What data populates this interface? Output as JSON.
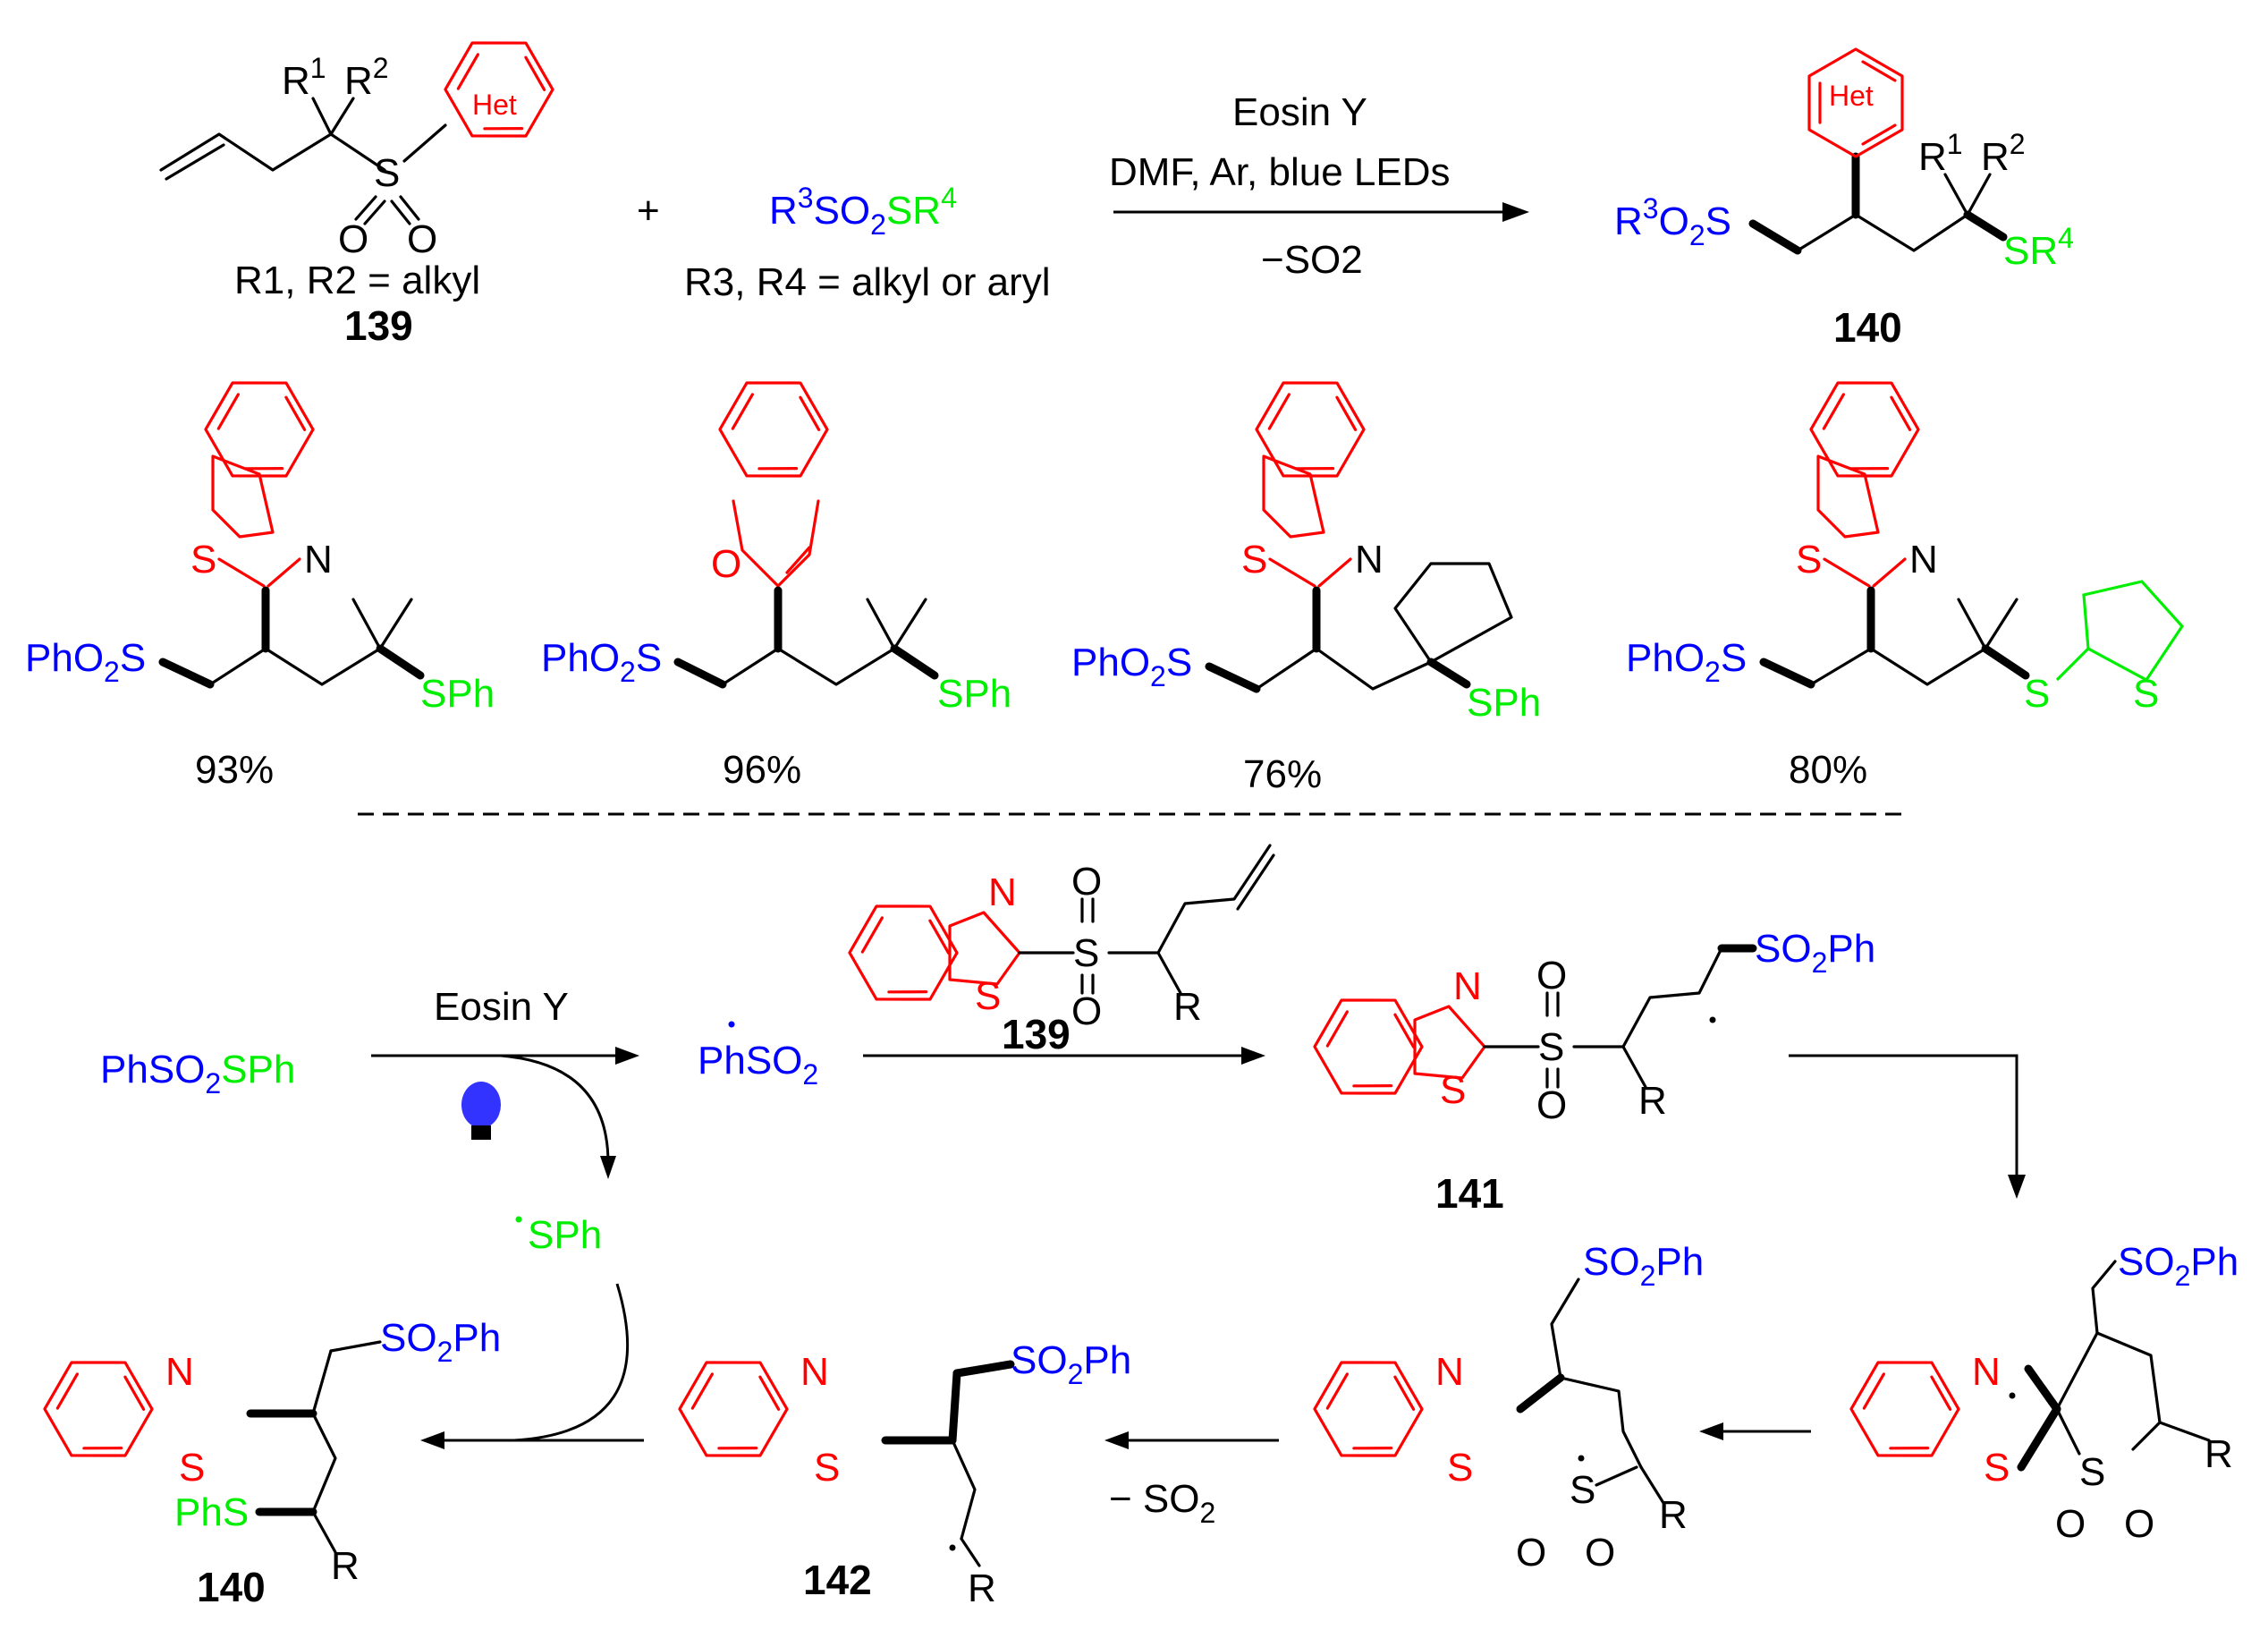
{
  "colors": {
    "black": "#000000",
    "red": "#ff0000",
    "blue": "#0000ff",
    "green": "#00ee00"
  },
  "top": {
    "substituent_label": "R1, R2 = alkyl",
    "compound_139": "139",
    "plus": "+",
    "reagent": "R3SO2SR4",
    "reagent_note": "R3, R4 = alkyl or aryl",
    "cond_1": "Eosin Y",
    "cond_2": "DMF,  Ar, blue LEDs",
    "cond_3": "−SO2",
    "compound_140": "140",
    "het": "Het"
  },
  "examples": [
    {
      "yield": "93%"
    },
    {
      "yield": "96%"
    },
    {
      "yield": "76%"
    },
    {
      "yield": "80%"
    }
  ],
  "mechanism": {
    "start": "PhSO2SPh",
    "cat": "Eosin Y",
    "radical_sph": "SPh",
    "radical_so2ph": "PhSO2",
    "label_139": "139",
    "label_141": "141",
    "label_142": "142",
    "label_140": "140",
    "minus_so2": "− SO2",
    "so2ph": "SO2Ph",
    "phs": "PhS"
  },
  "icons": [
    "light-bulb-icon"
  ]
}
